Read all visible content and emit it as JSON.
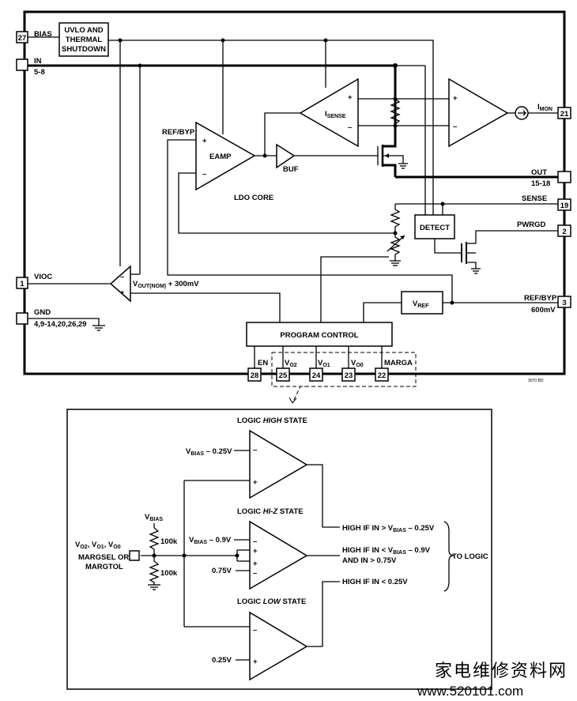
{
  "pins": {
    "bias": {
      "num": "27",
      "name": "BIAS"
    },
    "in": {
      "num": "",
      "name": "IN",
      "sub": "5-8"
    },
    "vioc": {
      "num": "1",
      "name": "VIOC"
    },
    "gnd": {
      "num": "",
      "name": "GND",
      "sub": "4,9-14,20,26,29"
    },
    "imon": {
      "num": "21"
    },
    "out": {
      "num": "",
      "name": "OUT",
      "sub": "15-18"
    },
    "sense": {
      "num": "19",
      "name": "SENSE"
    },
    "pwrgd": {
      "num": "2",
      "name": "PWRGD"
    },
    "refbyp": {
      "num": "3",
      "name": "REF/BYP",
      "sub": "600mV"
    },
    "en": {
      "num": "28",
      "name": "EN"
    },
    "vo2": {
      "num": "25"
    },
    "vo1": {
      "num": "24"
    },
    "vo0": {
      "num": "23"
    },
    "marga": {
      "num": "22",
      "name": "MARGA"
    }
  },
  "blocks": {
    "uvlo": [
      "UVLO AND",
      "THERMAL",
      "SHUTDOWN"
    ],
    "eamp": "EAMP",
    "ldo_core": "LDO CORE",
    "buf": "BUF",
    "detect": "DETECT",
    "program_control": "PROGRAM CONTROL",
    "ref_byp_internal": "REF/BYP"
  },
  "sub_labels": {
    "isense": {
      "main": "I",
      "sub": "SENSE"
    },
    "imon": {
      "main": "I",
      "sub": "MON"
    },
    "vref": {
      "main": "V",
      "sub": "REF"
    },
    "vo2": {
      "main": "V",
      "sub": "O2"
    },
    "vo1": {
      "main": "V",
      "sub": "O1"
    },
    "vo0": {
      "main": "V",
      "sub": "O0"
    },
    "voutnom": {
      "main": "V",
      "sub": "OUT(NOM)",
      "rest": " + 300mV"
    }
  },
  "doc_code": "3070 BD",
  "logic": {
    "high_title": {
      "pre": "LOGIC ",
      "em": "HIGH",
      "post": " STATE"
    },
    "hiz_title": {
      "pre": "LOGIC ",
      "em": "HI-Z",
      "post": " STATE"
    },
    "low_title": {
      "pre": "LOGIC ",
      "em": "LOW",
      "post": " STATE"
    },
    "vbias_minus_025": {
      "v": "V",
      "sub": "BIAS",
      "rest": " – 0.25V"
    },
    "vbias_minus_09": {
      "v": "V",
      "sub": "BIAS",
      "rest": " – 0.9V"
    },
    "vbias_label": {
      "v": "V",
      "sub": "BIAS"
    },
    "v075": "0.75V",
    "v025": "0.25V",
    "r_top": "100k",
    "r_bot": "100k",
    "input_lines": [
      "V",
      "O2",
      ", V",
      "O1",
      ", V",
      "O0",
      "MARGSEL OR",
      "MARGTOL"
    ],
    "out_high": {
      "pre": "HIGH IF IN > V",
      "sub": "BIAS",
      "post": " – 0.25V"
    },
    "out_hiz_1": {
      "pre": "HIGH IF IN < V",
      "sub": "BIAS",
      "post": " – 0.9V"
    },
    "out_hiz_2": "AND IN > 0.75V",
    "out_low": "HIGH IF IN < 0.25V",
    "to_logic": "TO LOGIC"
  },
  "watermark": {
    "cn": "家电维修资料网",
    "url": "www.520101.com"
  }
}
